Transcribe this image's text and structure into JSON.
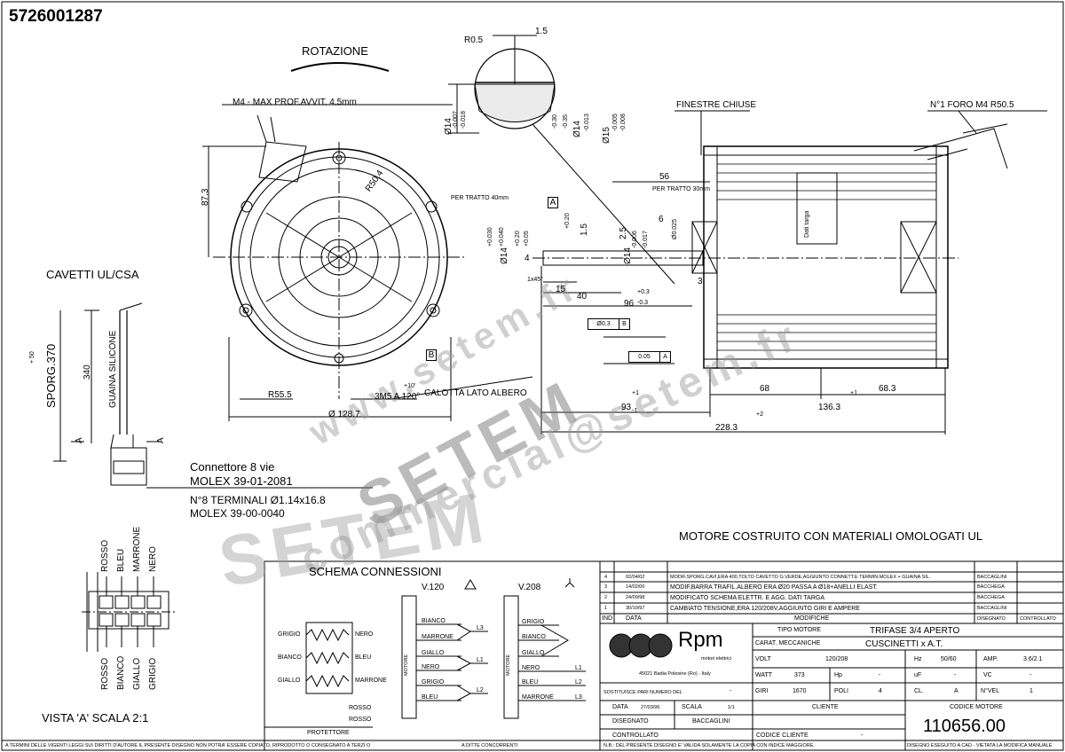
{
  "drawing_number": "5726001287",
  "top": {
    "rotation_label": "ROTAZIONE",
    "m4_note": "M4 - MAX PROF.AVVIT. 4.5mm",
    "r05": "R0.5",
    "dim_15": "1.5",
    "dim_14": "Ø14",
    "dim_14_tol": "-0.007",
    "dim_14_tol2": "-0.018",
    "dim_030": "-0.30",
    "dim_035": "-0.35",
    "dim_14b": "Ø14",
    "dim_0013": "-0.013",
    "dim_15b": "Ø15",
    "dim_0005": "-0.005",
    "dim_0008": "-0.008",
    "finestre": "FINESTRE CHIUSE",
    "foro": "N°1 FORO M4 R50.5"
  },
  "front_view": {
    "dim_873": "87.3",
    "r504": "R50.4",
    "r555": "R55.5",
    "dim_3m5": "3M5 A 120°",
    "calotta": "CALOTTA LATO ALBERO",
    "dia_1287": "Ø 128.7",
    "tol_10": "+10'",
    "datum_b": "B",
    "datum_a": "A",
    "per_tratto_40": "PER TRATTO 40mm",
    "per_tratto_30": "PER TRATTO 30mm"
  },
  "side_view": {
    "dim_56": "56",
    "dim_6": "6",
    "dim_14_shaft": "Ø14",
    "dim_0030": "+0.030",
    "dim_0040": "+0.040",
    "dim_020": "+0.20",
    "dim_005": "+0.05",
    "dim_15": "1.5",
    "dim_020b": "+0.20",
    "dim_25": "2.5",
    "dim_0006": "-0.006",
    "dim_0017": "-0.017",
    "dim_14_2": "Ø14",
    "dim_025": "Ø0.025",
    "dim_4": "4",
    "dim_1x45": "1x45°",
    "dim_15b": "15",
    "dim_40": "40",
    "dim_96": "96",
    "dim_03p": "+0.3",
    "dim_03m": "-0.3",
    "dim_3": "3",
    "tol_03": "Ø0.3",
    "tol_b": "B",
    "tol_005": "0.05",
    "tol_a": "A",
    "dim_68": "68",
    "dim_683": "68.3",
    "dim_93": "93",
    "dim_1363": "136.3",
    "dim_2283": "228.3",
    "tol_p1": "+1",
    "tol_m1": "-1",
    "tol_p2": "+2",
    "tol_p1b": "+1",
    "dati_targa": "Dati targa"
  },
  "cables": {
    "title": "CAVETTI UL/CSA",
    "sporg": "SPORG.370",
    "plus50": "+ 50",
    "dim_340": "340",
    "guaina": "GUAINA SILICONE",
    "a_left": "A",
    "a_right": "A",
    "conn1": "Connettore 8 vie",
    "conn2": "MOLEX 39-01-2081",
    "term1": "N°8 TERMINALI Ø1.14x16.8",
    "term2": "MOLEX 39-00-0040"
  },
  "pins": {
    "top_labels": [
      "ROSSO",
      "BLEU",
      "MARRONE",
      "NERO"
    ],
    "bottom_labels": [
      "ROSSO",
      "BIANCO",
      "GIALLO",
      "GRIGIO"
    ],
    "vista": "VISTA 'A' SCALA 2:1"
  },
  "materials_note": "MOTORE COSTRUITO CON MATERIALI OMOLOGATI UL",
  "schema": {
    "title": "SCHEMA CONNESSIONI",
    "left_in": [
      "GRIGIO",
      "BIANCO",
      "GIALLO"
    ],
    "left_out": [
      "NERO",
      "BLEU",
      "MARRONE"
    ],
    "v120": "V.120",
    "v208": "V.208",
    "motore": "MOTORE",
    "v120_wires": [
      "BIANCO",
      "MARRONE",
      "GIALLO",
      "NERO",
      "GRIGIO",
      "BLEU"
    ],
    "v120_lines": [
      "L3",
      "L1",
      "L2"
    ],
    "v208_wires": [
      "GRIGIO",
      "BIANCO",
      "GIALLO",
      "NERO",
      "BLEU",
      "MARRONE"
    ],
    "v208_lines": [
      "L1",
      "L2",
      "L3"
    ],
    "rosso": "ROSSO",
    "rosso2": "ROSSO",
    "protettore": "PROTETTORE"
  },
  "revisions": [
    {
      "ind": "4",
      "data": "02/04/02",
      "mod": "MODIF.SPORG.CAVI,ERA 400,TOLTO CAVETTO G.VERDE,AGGIUNTO CONNETT.E TERMIN.MOLEX + GUAINA SIL.",
      "dis": "BACCAGLINI"
    },
    {
      "ind": "3",
      "data": "14/02/00",
      "mod": "MODIF.BARRA TRAFIL.ALBERO ERA Ø20 PASSA A Ø18+ANELLI ELAST.",
      "dis": "BACCHEGA"
    },
    {
      "ind": "2",
      "data": "24/09/98",
      "mod": "MODIFICATO SCHEMA ELETTR. E AGG. DATI TARGA",
      "dis": "BACCHEGA"
    },
    {
      "ind": "1",
      "data": "30/10/97",
      "mod": "CAMBIATO TENSIONE,ERA 120/208V,AGGIUNTO GIRI E AMPERE",
      "dis": "BACCAGLINI"
    }
  ],
  "rev_header": {
    "ind": "IND",
    "data": "DATA",
    "mod": "MODIFICHE",
    "dis": "DISEGNATO",
    "ctrl": "CONTROLLATO"
  },
  "company": {
    "logo": "Rpm",
    "sub": "motori elettrici",
    "addr": "45021 Badia Polesine (Ro) - Italy"
  },
  "specs": {
    "tipo_label": "TIPO MOTORE",
    "tipo_value": "TRIFASE 3/4 APERTO",
    "carat_label": "CARAT. MECCANICHE",
    "carat_value": "CUSCINETTI x A.T.",
    "volt_label": "VOLT",
    "volt_value": "120/208",
    "hz_label": "Hz",
    "hz_value": "50/60",
    "amp_label": "AMP.",
    "amp_value": "3.6/2.1",
    "watt_label": "WATT",
    "watt_value": "373",
    "hp_label": "Hp",
    "hp_value": "-",
    "uf_label": "uF",
    "uf_value": "-",
    "vc_label": "VC",
    "vc_value": "-",
    "giri_label": "GIRI",
    "giri_value": "1670",
    "poli_label": "POLI",
    "poli_value": "4",
    "cl_label": "CL.",
    "cl_value": "A",
    "nvel_label": "N°VEL",
    "nvel_value": "1"
  },
  "title_block": {
    "sostituisce": "SOSTITUISCE PARI NUMERO DEL",
    "sost_value": "-",
    "data_label": "DATA",
    "data_value": "27/03/96",
    "scala_label": "SCALA",
    "scala_value": "1/1",
    "cliente_label": "CLIENTE",
    "codice_label": "CODICE MOTORE",
    "disegnato_label": "DISEGNATO",
    "disegnato_value": "BACCAGLINI",
    "controllato_label": "CONTROLLATO",
    "codice_cliente_label": "CODICE CLIENTE",
    "codice_cliente_value": "-",
    "code": "110656.00"
  },
  "footer": {
    "f1": "A TERMINI DELLE VIGENTI LEGGI SUI DIRITTI D'AUTORE IL PRESENTE DISEGNO NON POTRA' ESSERE COPIATO, RIPRODOTTO O CONSEGNATO A TERZI O",
    "f2": "A DITTE CONCORRENTI",
    "f3": "N.B.: DEL PRESENTE DISEGNO E' VALIDA SOLAMENTE LA COPIA CON INDICE MAGGIORE.",
    "f4": "DISEGNO ESEGUITO A CAD - VIETATA LA MODIFICA MANUALE"
  },
  "watermarks": {
    "w1": "www.setem.fr",
    "w2": "SETEM",
    "w3": "SETEM",
    "w4": "commercial@setem.fr"
  }
}
